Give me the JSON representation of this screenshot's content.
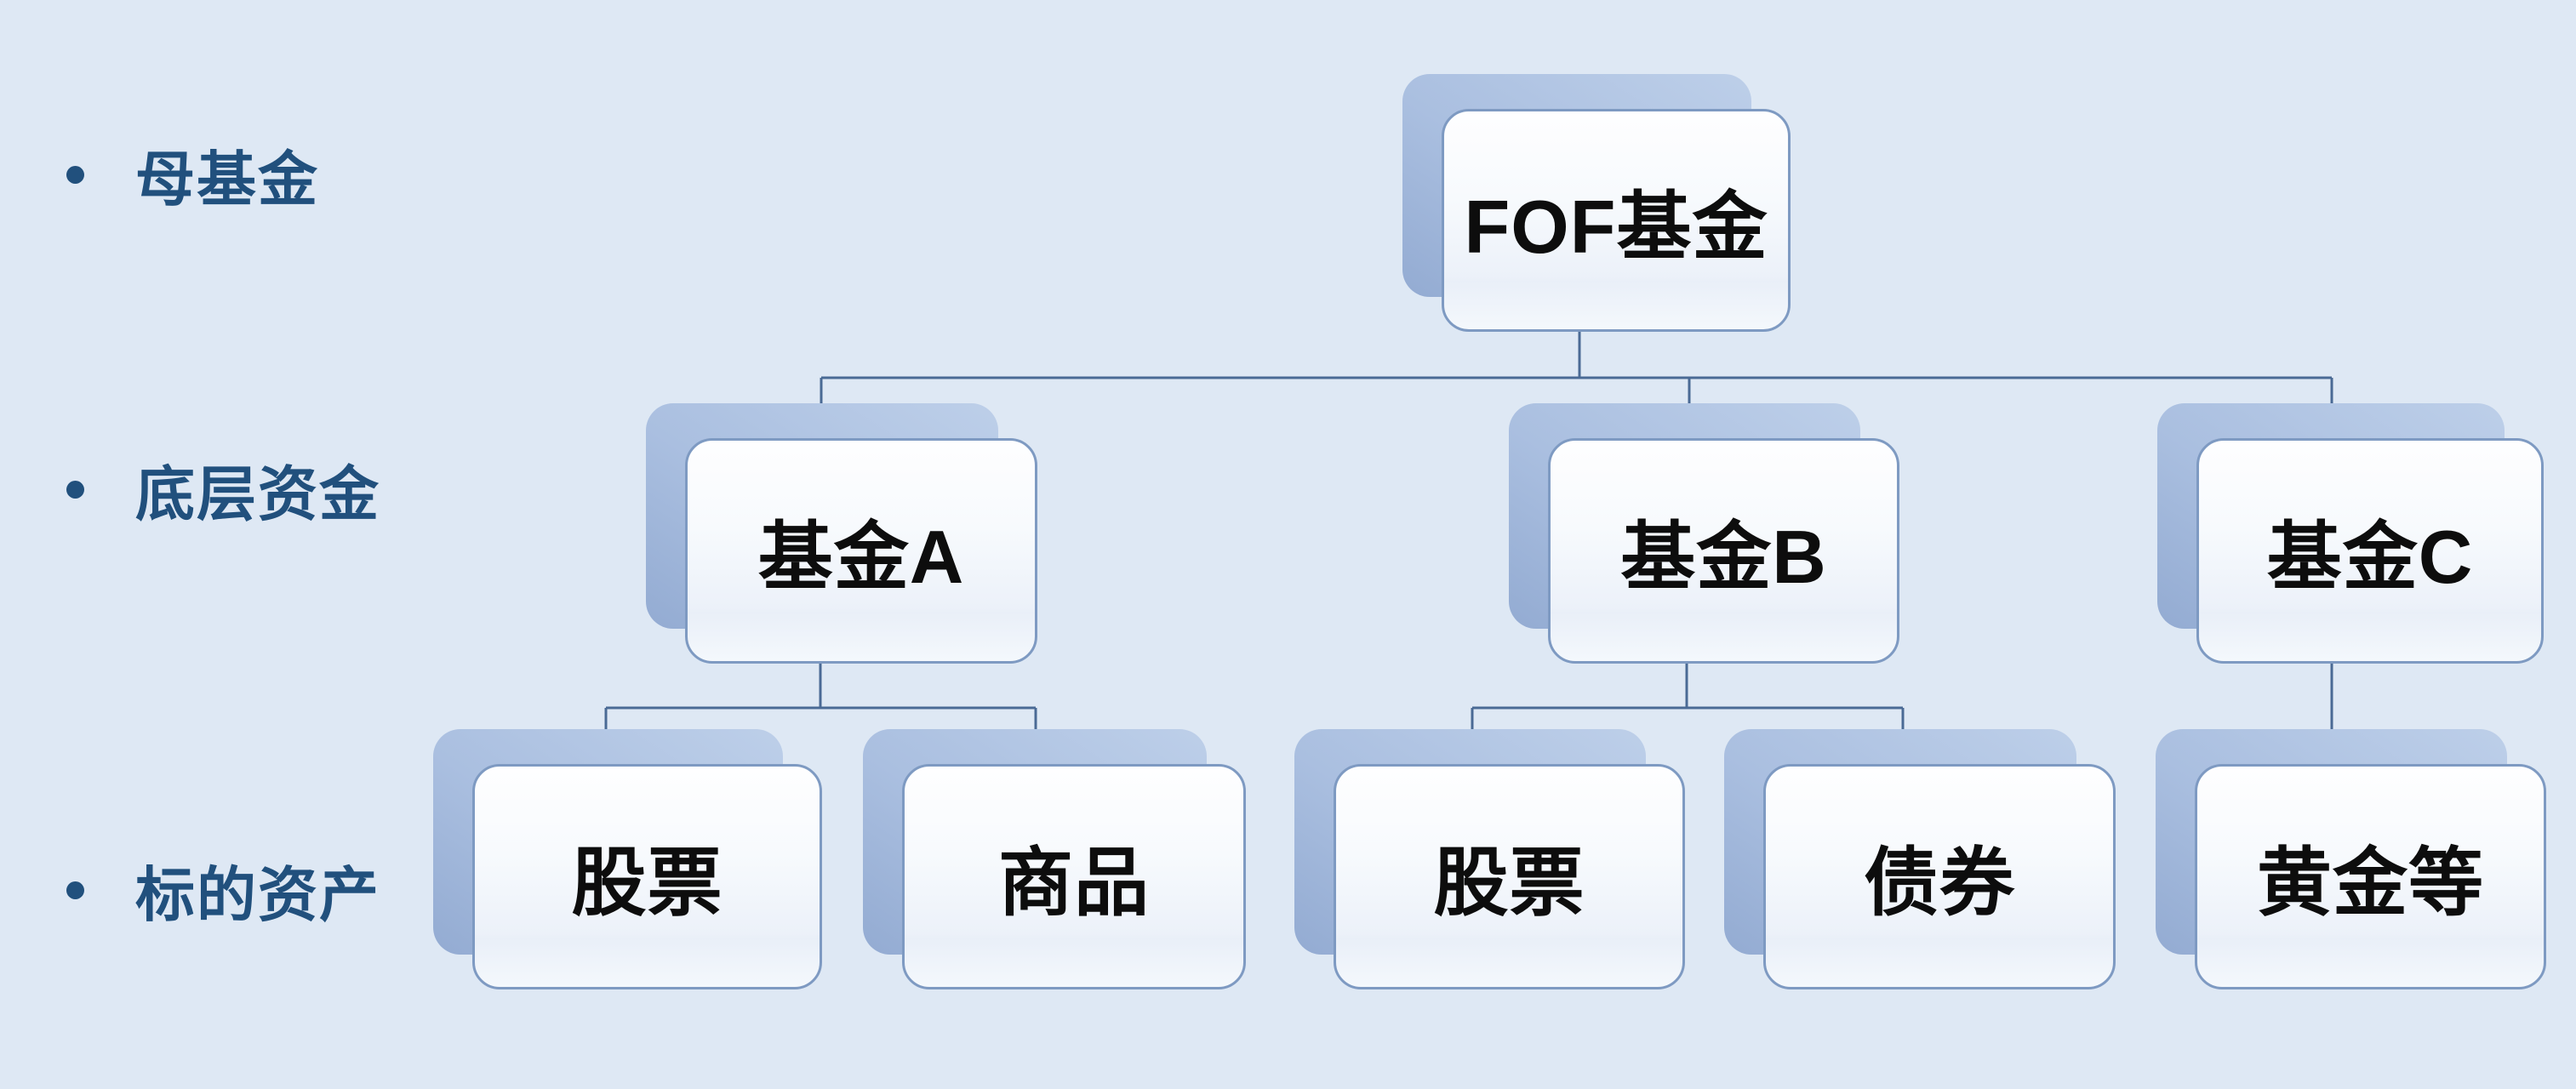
{
  "diagram": {
    "row_labels": [
      {
        "label": "母基金"
      },
      {
        "label": "底层资金"
      },
      {
        "label": "标的资产"
      }
    ],
    "bullet_icon": "filled-circle",
    "nodes": {
      "root": {
        "label": "FOF基金"
      },
      "fund_a": {
        "label": "基金A"
      },
      "fund_b": {
        "label": "基金B"
      },
      "fund_c": {
        "label": "基金C"
      },
      "asset_a1": {
        "label": "股票"
      },
      "asset_a2": {
        "label": "商品"
      },
      "asset_b1": {
        "label": "股票"
      },
      "asset_b2": {
        "label": "债券"
      },
      "asset_c1": {
        "label": "黄金等"
      }
    },
    "edges": [
      [
        "root",
        "fund_a"
      ],
      [
        "root",
        "fund_b"
      ],
      [
        "root",
        "fund_c"
      ],
      [
        "fund_a",
        "asset_a1"
      ],
      [
        "fund_a",
        "asset_a2"
      ],
      [
        "fund_b",
        "asset_b1"
      ],
      [
        "fund_b",
        "asset_b2"
      ],
      [
        "fund_c",
        "asset_c1"
      ]
    ],
    "colors": {
      "background": "#dee8f4",
      "node_border": "#7e9ac2",
      "node_shadow_light": "#bdcfe9",
      "node_shadow_dark": "#93abd2",
      "connector": "#4a6a95",
      "label_text": "#21507d",
      "node_text": "#0d0d0d"
    }
  }
}
